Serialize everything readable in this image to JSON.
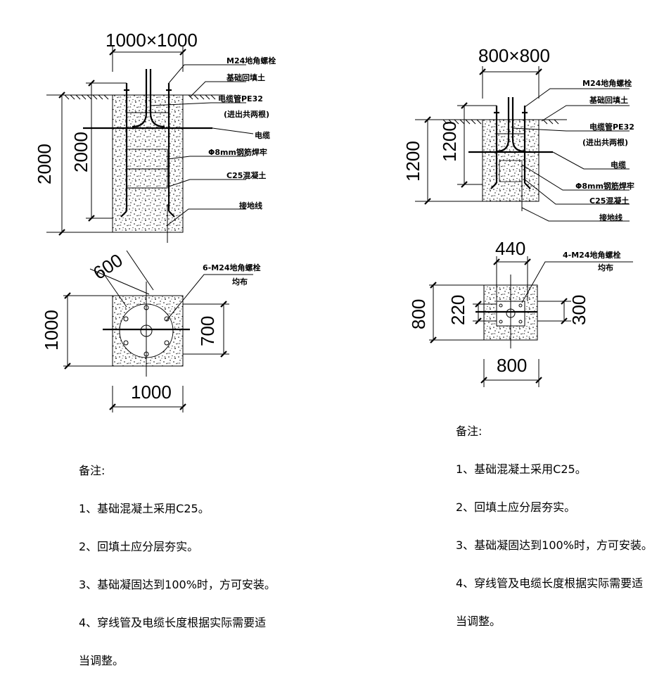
{
  "left": {
    "size": "1000×1000",
    "height_outer": "2000",
    "height_inner": "2000",
    "labels": [
      "M24地角螺栓",
      "基础回填土",
      "电缆管PE32",
      "(进出共两根)",
      "电缆",
      "Φ8mm钢筋焊牢",
      "C25混凝土",
      "接地线"
    ],
    "plan_diag": "600",
    "plan_label_1": "6-M24地角螺栓",
    "plan_label_2": "均布",
    "plan_height": "1000",
    "plan_inner": "700",
    "plan_width": "1000"
  },
  "right": {
    "size": "800×800",
    "height_outer": "1200",
    "height_inner": "1200",
    "labels": [
      "M24地角螺栓",
      "基础回填土",
      "电缆管PE32",
      "(进出共两根)",
      "电缆",
      "Φ8mm钢筋焊牢",
      "C25混凝土",
      "接地线"
    ],
    "plan_top": "440",
    "plan_label_1": "4-M24地角螺栓",
    "plan_label_2": "均布",
    "plan_height": "800",
    "plan_inner": "220",
    "plan_right": "300",
    "plan_width": "800"
  },
  "notes_left": {
    "title": "备注:",
    "items": [
      "1、基础混凝土采用C25。",
      "2、回填土应分层夯实。",
      "3、基础凝固达到100%时，方可安装。",
      "4、穿线管及电缆长度根据实际需要适",
      "当调整。"
    ]
  },
  "notes_right": {
    "title": "备注:",
    "items": [
      "1、基础混凝土采用C25。",
      "2、回填土应分层夯实。",
      "3、基础凝固达到100%时，方可安装。",
      "4、穿线管及电缆长度根据实际需要适",
      "当调整。"
    ]
  }
}
